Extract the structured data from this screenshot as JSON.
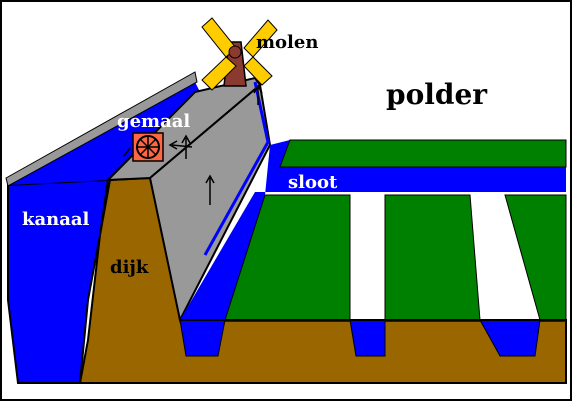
{
  "labels": {
    "polder": "polder",
    "molen": "molen",
    "gemaal": "gemaal",
    "sloot": "sloot",
    "kanaal": "kanaal",
    "dijk": "dijk"
  },
  "colors": {
    "water": "#0000FF",
    "field": "#008000",
    "soil": "#996600",
    "dike": "#999999",
    "outline": "#000000",
    "windmill_sail": "#FFCC00",
    "windmill_body": "#8B3A2F",
    "pump": "#FF6644"
  }
}
